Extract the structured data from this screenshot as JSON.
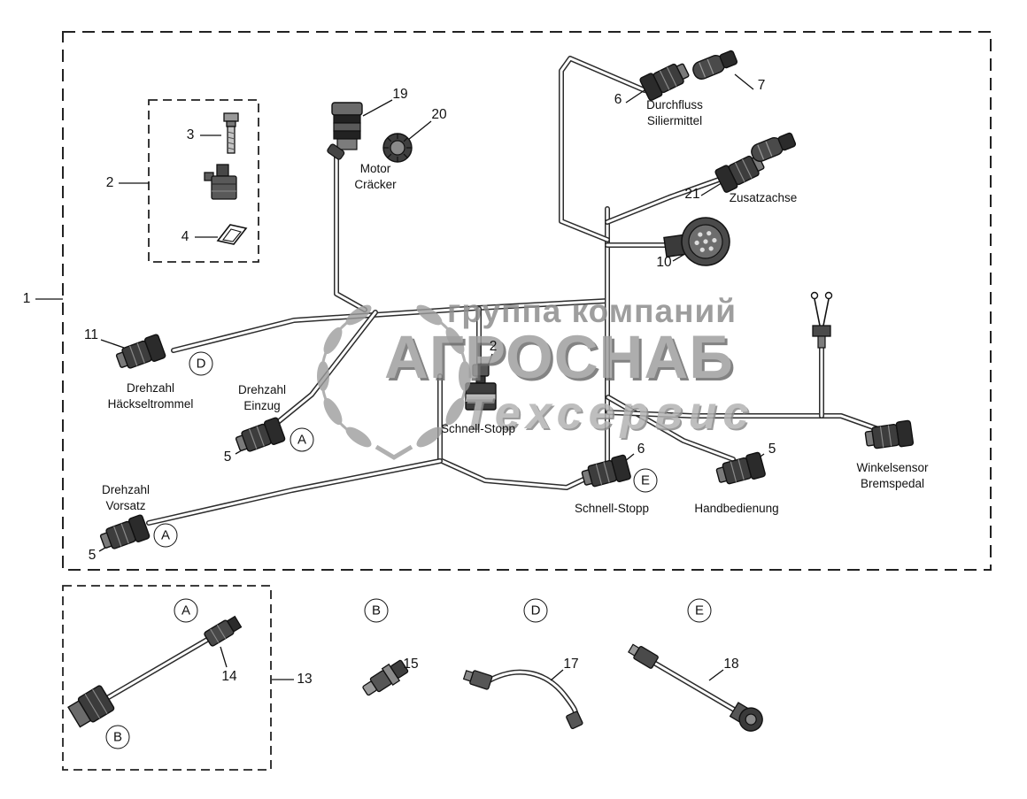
{
  "watermark": {
    "line1": "группа компаний",
    "line2": "АГРОСНАБ",
    "line3": "Техсервис"
  },
  "callouts": {
    "harness": "1",
    "kit_box": "2",
    "kit_bolt": "3",
    "kit_seal": "4",
    "motor_connector": "19",
    "motor_cap": "20",
    "durchfluss_connector": "6",
    "durchfluss_plug": "7",
    "zusatzachse_connector": "21",
    "main_plug": "10",
    "haeckseltrommel_connector": "11",
    "einzug_connector": "5",
    "vorsatz_connector": "5",
    "schnellstopp_valve": "2",
    "schnellstopp_connector": "6",
    "handbedienung_connector": "5",
    "adapter_set": "13",
    "adapter_connector": "14",
    "part_b": "15",
    "part_d": "17",
    "part_e": "18"
  },
  "labels": {
    "motor": "Motor\nCräcker",
    "durchfluss": "Durchfluss\nSiliermittel",
    "zusatzachse": "Zusatzachse",
    "haeckseltrommel": "Drehzahl\nHäckseltrommel",
    "einzug": "Drehzahl\nEinzug",
    "schnellstopp_mid": "Schnell-Stopp",
    "vorsatz": "Drehzahl\nVorsatz",
    "schnellstopp_right": "Schnell-Stopp",
    "handbedienung": "Handbedienung",
    "winkelsensor": "Winkelsensor\nBremspedal"
  },
  "badges": {
    "d_top": "D",
    "a_einzug": "A",
    "a_vorsatz": "A",
    "e_right": "E",
    "a_bottom": "A",
    "b_bottom": "B",
    "b_col": "B",
    "d_col": "D",
    "e_col": "E"
  }
}
